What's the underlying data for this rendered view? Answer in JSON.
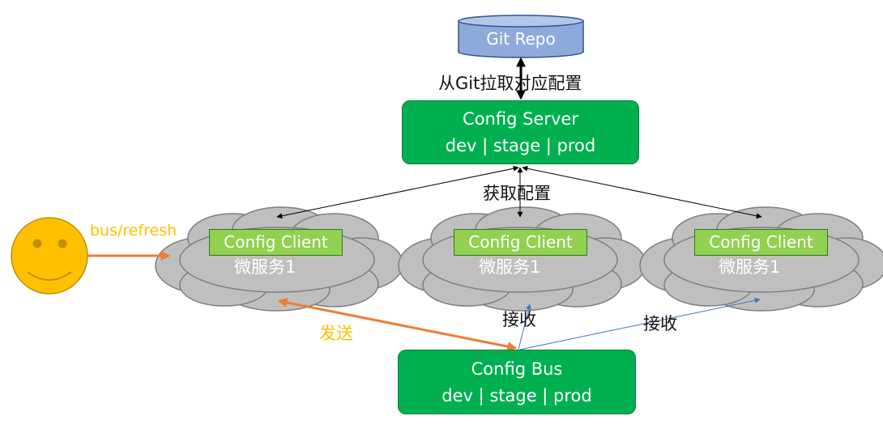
{
  "git_repo": {
    "label": "Git Repo"
  },
  "pull_label": "从Git拉取对应配置",
  "config_server": {
    "line1": "Config Server",
    "line2": "dev | stage | prod"
  },
  "fetch_label": "获取配置",
  "bus_refresh_label": "bus/refresh",
  "clients": [
    {
      "label": "Config Client",
      "service": "微服务1"
    },
    {
      "label": "Config Client",
      "service": "微服务1"
    },
    {
      "label": "Config Client",
      "service": "微服务1"
    }
  ],
  "send_label": "发送",
  "receive_labels": [
    "接收",
    "接收"
  ],
  "config_bus": {
    "line1": "Config Bus",
    "line2": "dev | stage | prod"
  },
  "colors": {
    "server_green": "#00b050",
    "client_green": "#92d050",
    "cloud_gray": "#bfbfbf",
    "repo_blue": "#8eaadb",
    "smiley_yellow": "#ffc000",
    "arrow_orange": "#ed7d31",
    "arrow_blue": "#4472c4"
  }
}
